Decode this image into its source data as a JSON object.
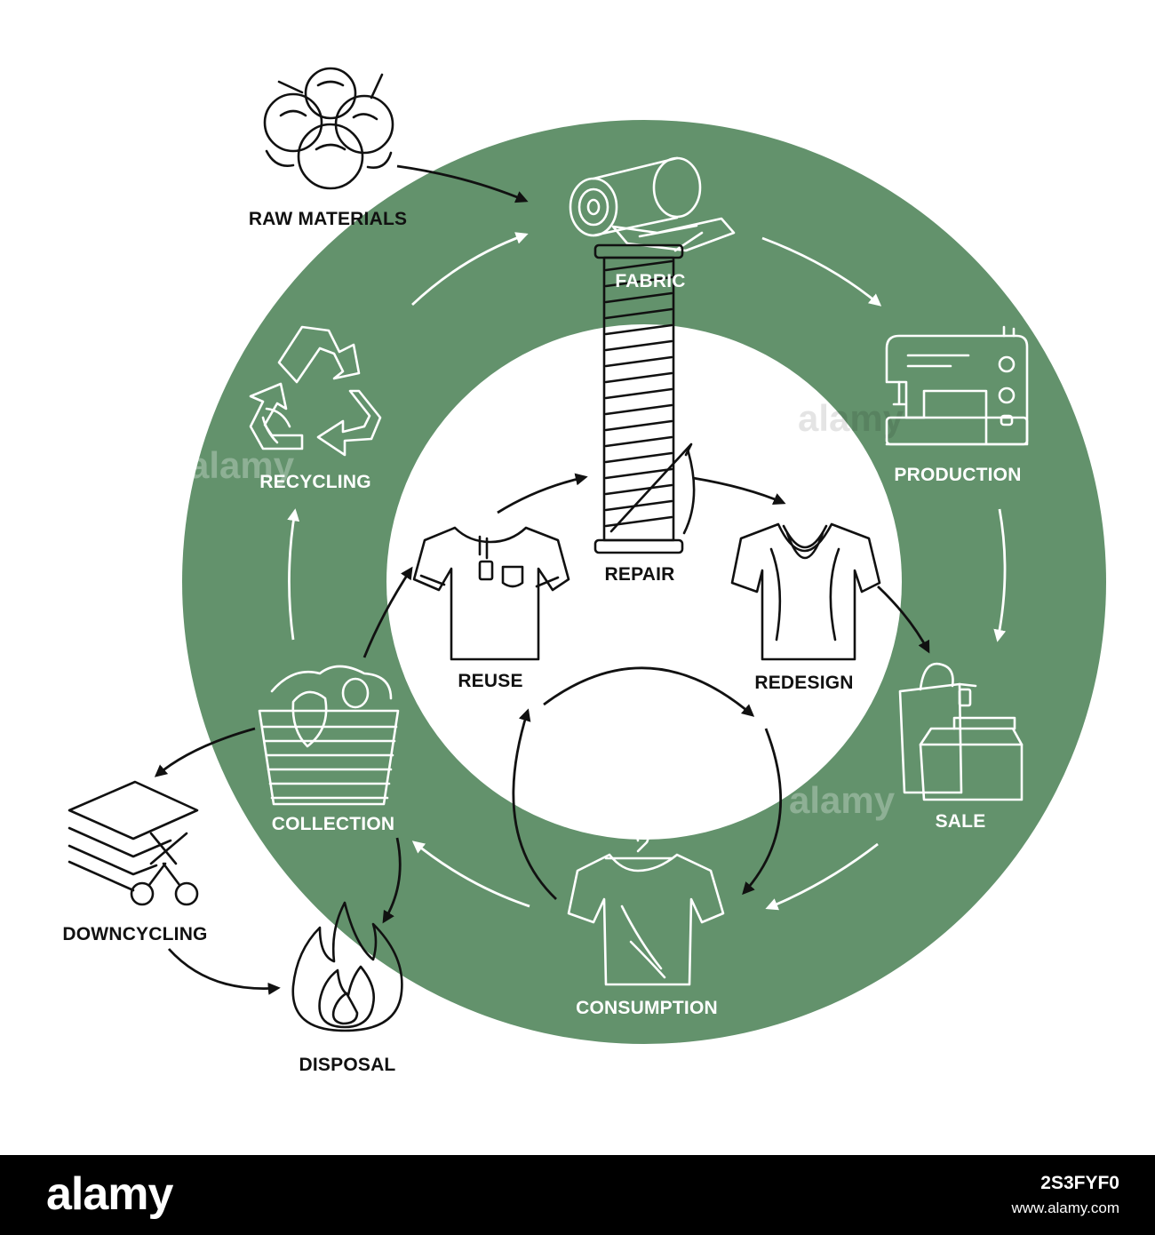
{
  "colors": {
    "ring": "#63926C",
    "dark": "#111111",
    "light": "#ffffff",
    "footer": "#000000"
  },
  "outer_cycle": {
    "fabric": {
      "label": "FABRIC",
      "icon": "fabric-roll-icon"
    },
    "production": {
      "label": "PRODUCTION",
      "icon": "sewing-machine-icon"
    },
    "sale": {
      "label": "SALE",
      "icon": "shopping-bag-box-icon"
    },
    "consumption": {
      "label": "CONSUMPTION",
      "icon": "tshirt-hanger-icon"
    },
    "collection": {
      "label": "COLLECTION",
      "icon": "laundry-basket-icon"
    },
    "recycling": {
      "label": "RECYCLING",
      "icon": "recycle-icon"
    }
  },
  "inner_cycle": {
    "reuse": {
      "label": "REUSE",
      "icon": "tshirt-tag-icon"
    },
    "repair": {
      "label": "REPAIR",
      "icon": "thread-spool-needle-icon"
    },
    "redesign": {
      "label": "REDESIGN",
      "icon": "tank-top-icon"
    }
  },
  "external": {
    "raw_materials": {
      "label": "RAW MATERIALS",
      "icon": "cotton-boll-icon"
    },
    "downcycling": {
      "label": "DOWNCYCLING",
      "icon": "fabric-layers-scissors-icon"
    },
    "disposal": {
      "label": "DISPOSAL",
      "icon": "fire-icon"
    }
  },
  "watermark": "alamy",
  "footer": {
    "brand": "alamy",
    "image_id": "2S3FYF0",
    "site": "www.alamy.com"
  }
}
